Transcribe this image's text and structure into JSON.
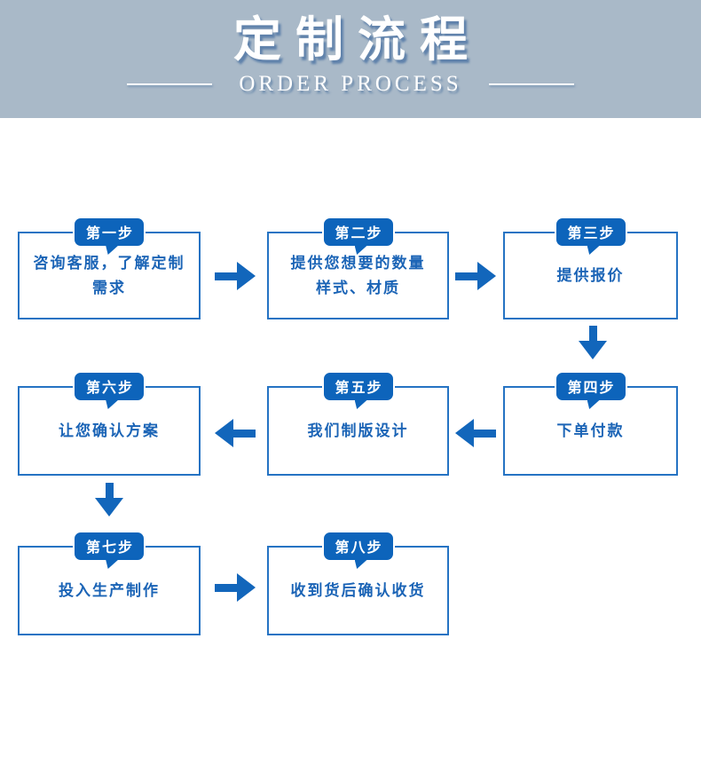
{
  "header": {
    "title": "定制流程",
    "subtitle": "ORDER PROCESS"
  },
  "steps": [
    {
      "badge": "第一步",
      "text": "咨询客服，了解定制\n需求"
    },
    {
      "badge": "第二步",
      "text": "提供您想要的数量\n样式、材质"
    },
    {
      "badge": "第三步",
      "text": "提供报价"
    },
    {
      "badge": "第四步",
      "text": "下单付款"
    },
    {
      "badge": "第五步",
      "text": "我们制版设计"
    },
    {
      "badge": "第六步",
      "text": "让您确认方案"
    },
    {
      "badge": "第七步",
      "text": "投入生产制作"
    },
    {
      "badge": "第八步",
      "text": "收到货后确认收货"
    }
  ],
  "colors": {
    "header_background": "#a9b9c8",
    "header_text": "#ffffff",
    "box_border": "#2573c3",
    "step_text": "#1b64b6",
    "badge_background": "#0d64bb",
    "arrow": "#1266bb",
    "page_background": "#ffffff"
  }
}
